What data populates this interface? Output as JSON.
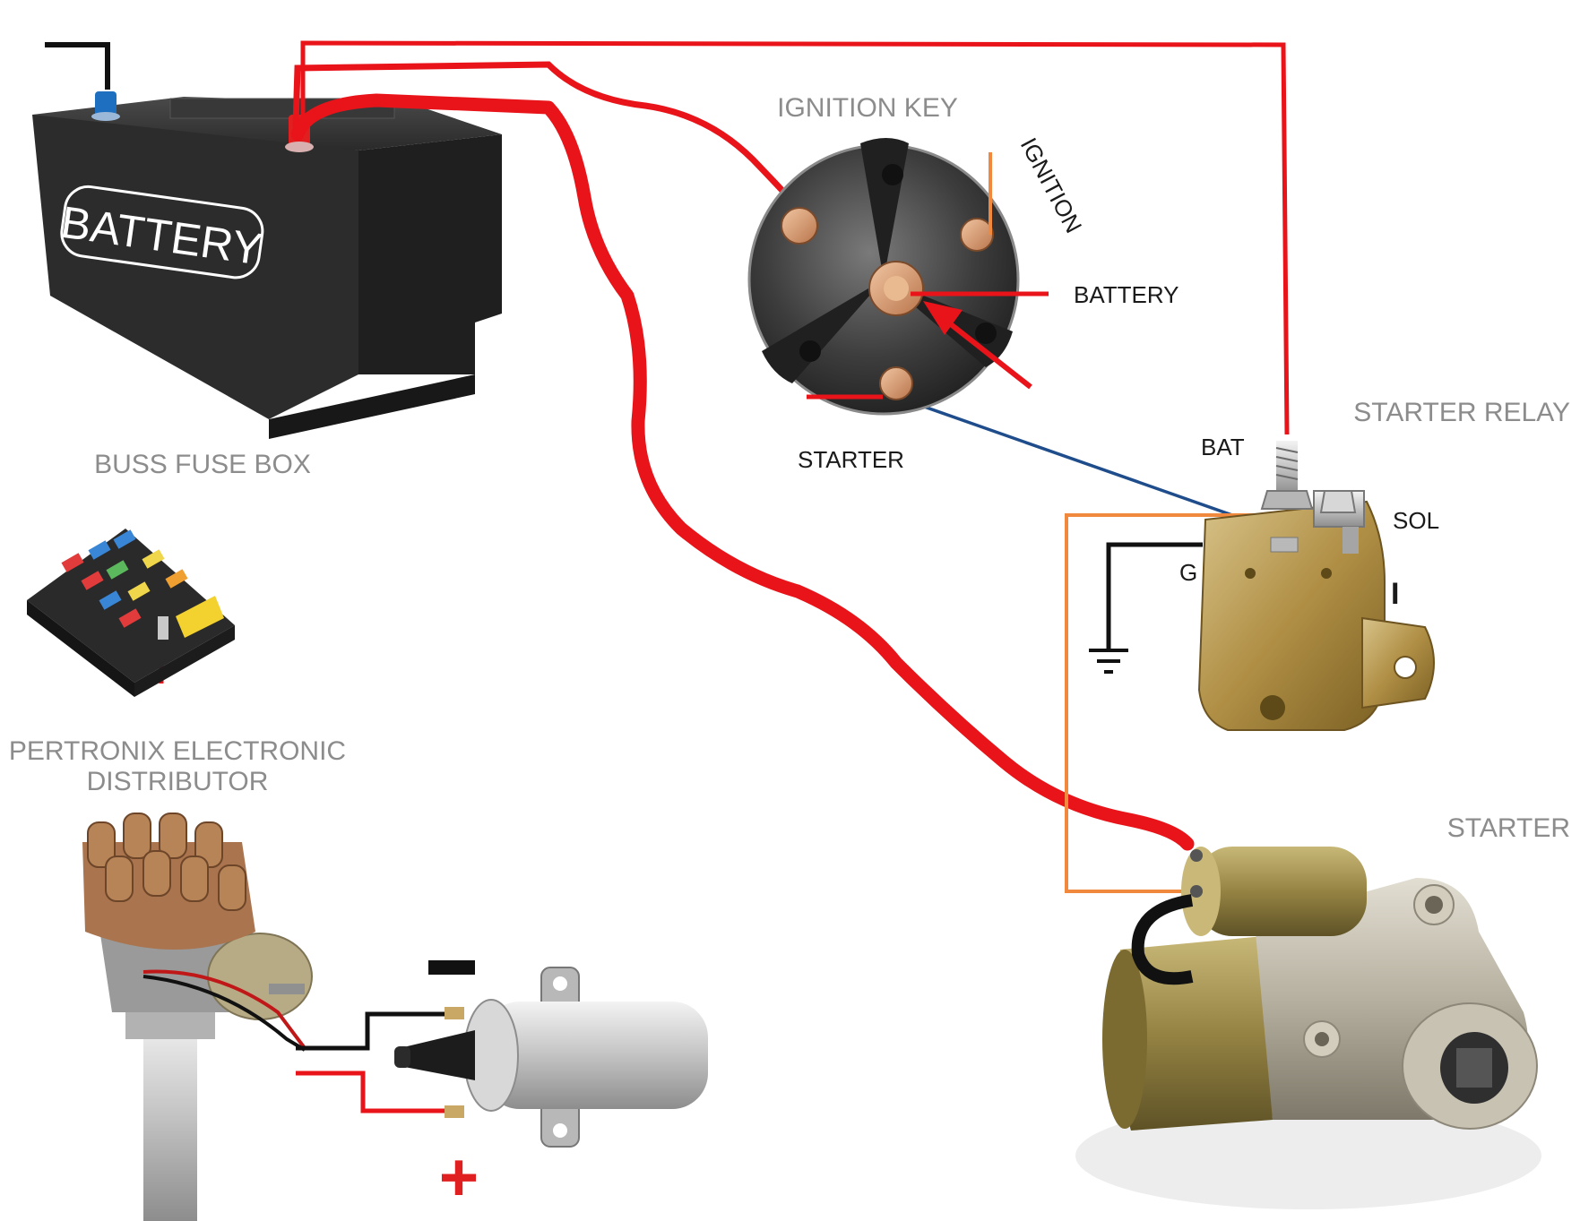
{
  "battery": {
    "label": "BATTERY",
    "body_color": "#2e2e2e",
    "negative_terminal_color": "#1e6fc0",
    "positive_terminal_color": "#e02020"
  },
  "fuse_box": {
    "label": "BUSS FUSE BOX"
  },
  "distributor": {
    "label_line1": "PERTRONIX ELECTRONIC",
    "label_line2": "DISTRIBUTOR",
    "cap_color": "#a9744e"
  },
  "coil": {
    "negative_label": "−",
    "positive_label": "+",
    "positive_color": "#e02020"
  },
  "ignition_key": {
    "title": "IGNITION KEY",
    "terminal_ignition": "IGNITION",
    "terminal_battery": "BATTERY",
    "terminal_starter": "STARTER"
  },
  "starter_relay": {
    "title": "STARTER RELAY",
    "terminal_bat": "BAT",
    "terminal_sol": "SOL",
    "terminal_g": "G",
    "terminal_i": "I"
  },
  "starter": {
    "label": "STARTER"
  },
  "wire_colors": {
    "battery_feed": "#e8141a",
    "ground": "#111111",
    "solenoid_signal": "#1f4d8c",
    "ignition_feed": "#f0883e"
  }
}
